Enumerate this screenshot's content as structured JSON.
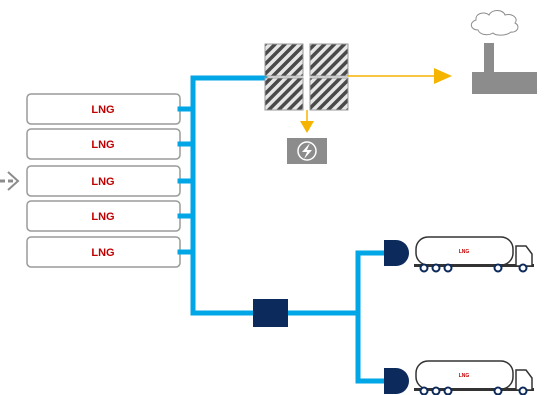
{
  "tanks": [
    {
      "label": "LNG"
    },
    {
      "label": "LNG"
    },
    {
      "label": "LNG"
    },
    {
      "label": "LNG"
    },
    {
      "label": "LNG"
    }
  ],
  "trucks": [
    {
      "label": "LNG"
    },
    {
      "label": "LNG"
    }
  ],
  "colors": {
    "pipe": "#00a6e6",
    "pipe_light": "#3fc0ee",
    "flow_arrow": "#f5b400",
    "tank_border": "#9a9a9a",
    "tank_text": "#c00000",
    "pump_block": "#0d2a5c",
    "loading_arm": "#0d2a5c",
    "factory": "#8c8c8c",
    "generator": "#8c8c8c",
    "inlet_arrow": "#8c8c8c"
  },
  "icons": {
    "inlet": "dashed-chevron-arrow-icon",
    "vaporizers": "heat-exchanger-icon",
    "generator": "lightning-icon",
    "factory": "factory-icon",
    "pump": "pump-block-icon",
    "loading_arm": "loading-arm-icon",
    "truck": "tanker-truck-icon"
  }
}
